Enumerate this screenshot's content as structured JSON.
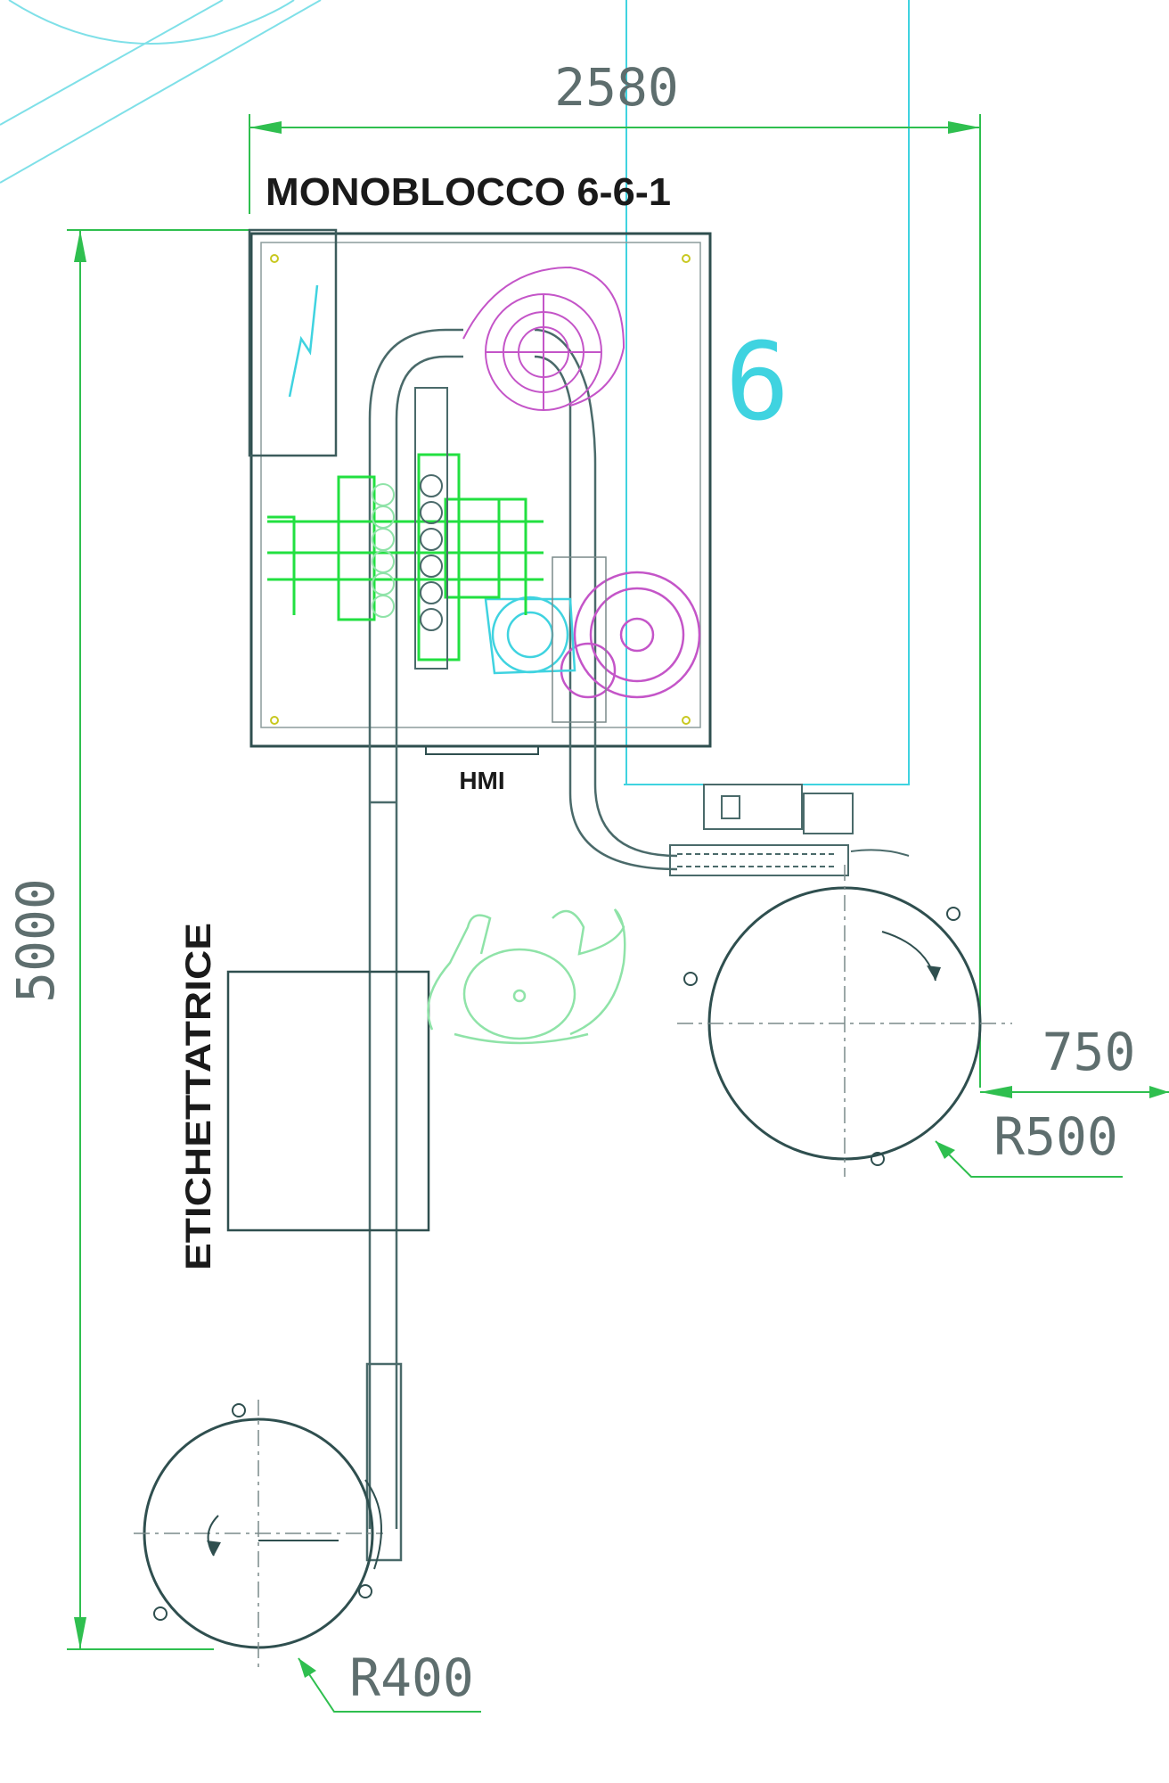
{
  "dimensions": {
    "width_total": "2580",
    "height_total": "5000",
    "offset_right": "750",
    "radius_right_table": "R500",
    "radius_left_table": "R400"
  },
  "labels": {
    "machine_title": "MONOBLOCCO 6-6-1",
    "section_number": "6",
    "hmi": "HMI",
    "labeller": "ETICHETTATRICE"
  },
  "colors": {
    "dimension_line": "#2fbf4f",
    "frame": "#2f4f4f",
    "cyan": "#3fd3e0",
    "magenta": "#c455c8",
    "green_parts": "#22e040",
    "operator": "#8fe3a8",
    "text": "#1a1a1a"
  }
}
